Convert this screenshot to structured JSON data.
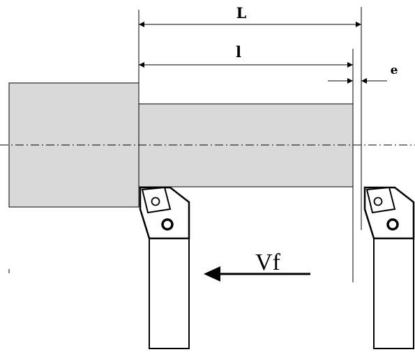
{
  "labels": {
    "overall_length": "L",
    "cut_length": "l",
    "overrun": "e",
    "feed_rate": "Vf"
  },
  "colors": {
    "workpiece_fill": "#d9d9d9",
    "line": "#000000",
    "background": "#ffffff"
  },
  "icons": {
    "tool_left": "turning-tool-icon",
    "tool_right": "turning-tool-icon",
    "feed_arrow": "arrow-left-icon"
  }
}
